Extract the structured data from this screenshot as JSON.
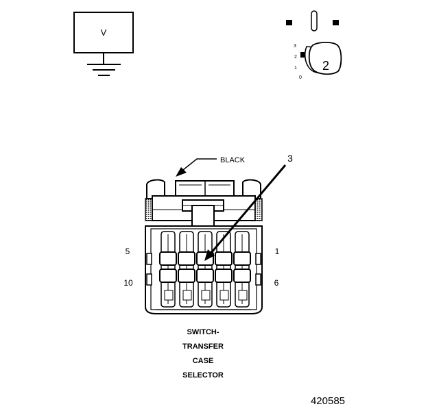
{
  "meter": {
    "symbol": "V"
  },
  "ignition_switch": {
    "positions": [
      "3",
      "2",
      "1",
      "0"
    ],
    "callout": "2"
  },
  "connector": {
    "wire_color_label": "BLACK",
    "callout": "3",
    "pin_labels": {
      "top_left": "5",
      "top_right": "1",
      "bottom_left": "10",
      "bottom_right": "6"
    },
    "name_lines": [
      "SWITCH-",
      "TRANSFER",
      "CASE",
      "SELECTOR"
    ]
  },
  "figure_id": "420585"
}
